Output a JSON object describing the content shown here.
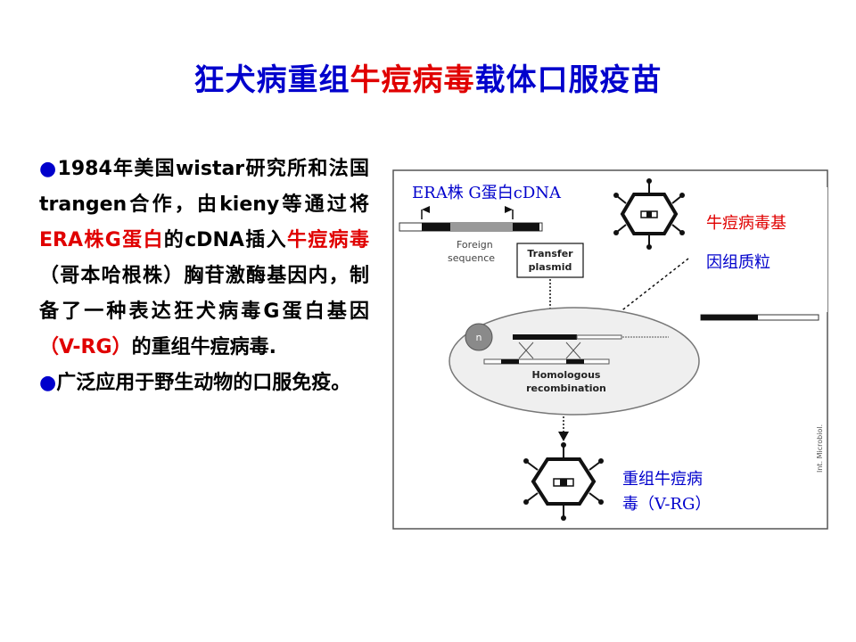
{
  "title": {
    "part1": "狂犬病重组",
    "part2_red": "牛痘病毒",
    "part3": "载体口服疫苗"
  },
  "body": {
    "p1_pre": "1984年美国wistar研究所和法国trangen合作，由kieny等通过将",
    "p1_red1": "ERA株G蛋白",
    "p1_mid1": "的cDNA插入",
    "p1_red2": "牛痘病毒",
    "p1_mid2": "（哥本哈根株）胸苷激酶基因内，制备了一种表达狂犬病毒G蛋白基因",
    "p1_paren": "（V-RG）",
    "p1_end": "的重组牛痘病毒.",
    "p2": "广泛应用于野生动物的口服免疫。",
    "bullet": "●"
  },
  "figure": {
    "label_era": "ERA株 G蛋白cDNA",
    "label_vaccinia_line1": "牛痘病毒基",
    "label_vaccinia_line2": "因组质粒",
    "label_recomb_line1": "重组牛痘病",
    "label_recomb_line2": "毒（V-RG）",
    "foreign_line1": "Foreign",
    "foreign_line2": "sequence",
    "transfer_line1": "Transfer",
    "transfer_line2": "plasmid",
    "homologous_line1": "Homologous",
    "homologous_line2": "recombination",
    "nucleus": "n",
    "credit": "Int. Microbiol.",
    "colors": {
      "red": "#e00000",
      "blue": "#0000cc"
    }
  }
}
